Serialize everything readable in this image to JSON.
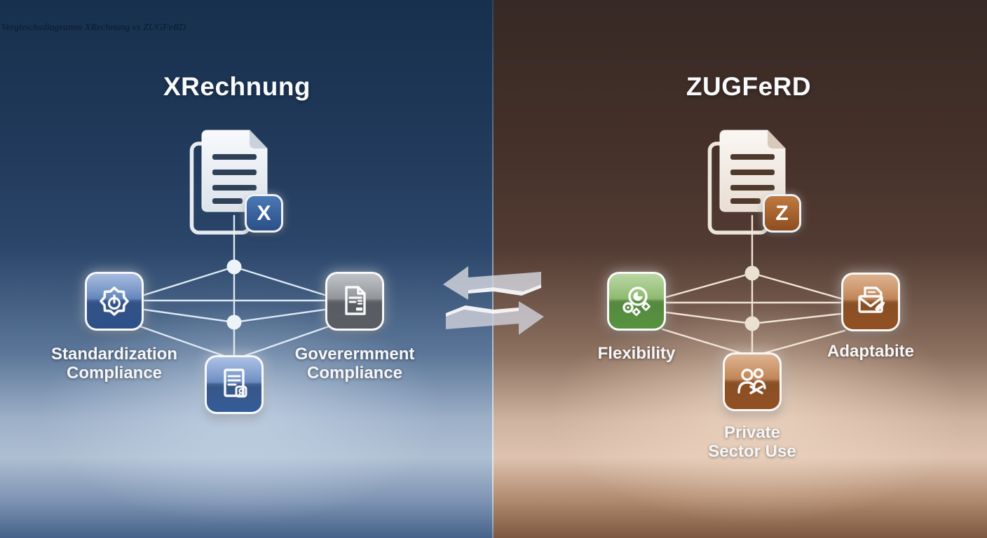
{
  "caption": "Vergleichsdiagramm XRechnung vs ZUGFeRD",
  "left_panel": {
    "title": "XRechnung",
    "doc_badge": "X",
    "theme": {
      "bg_top": "#16304d",
      "bg_light": "#aebfd2",
      "accent": "#3f66a0",
      "line_color": "#dce8f5",
      "node_color": "#eef3f9"
    },
    "features": [
      {
        "icon": "seal-power-icon",
        "label": [
          "Standardization",
          "Compliance"
        ]
      },
      {
        "icon": "gray-document-icon",
        "label": [
          "Goverermment",
          "Compliance"
        ]
      },
      {
        "icon": "certificate-document-icon",
        "label": []
      }
    ]
  },
  "right_panel": {
    "title": "ZUGFeRD",
    "doc_badge": "Z",
    "theme": {
      "bg_top": "#372925",
      "bg_light": "#dec3b0",
      "accent": "#a35c2c",
      "line_color": "#f2e5d5",
      "node_color": "#ebe1d1"
    },
    "features": [
      {
        "icon": "gauge-flexibility-icon",
        "label": [
          "Flexibility"
        ]
      },
      {
        "icon": "envelope-adapt-icon",
        "label": [
          "Adaptabite"
        ]
      },
      {
        "icon": "people-partnership-icon",
        "label": [
          "Private",
          "Sector Use"
        ]
      }
    ]
  },
  "center": {
    "icon": "swap-arrows-icon"
  }
}
